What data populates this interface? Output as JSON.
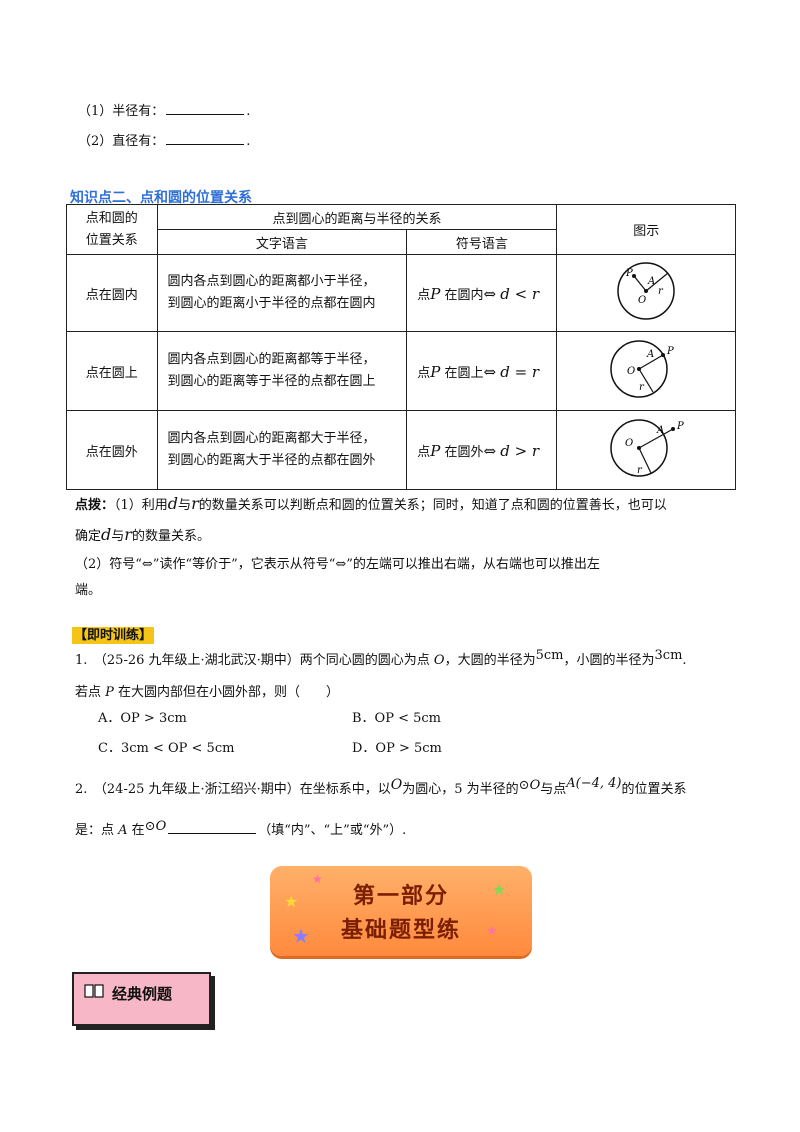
{
  "q_radius": {
    "label": "（1）半径有：",
    "end": "."
  },
  "q_diameter": {
    "label": "（2）直径有：",
    "end": "."
  },
  "section2_title": "知识点二、点和圆的位置关系",
  "table": {
    "h_position_1": "点和圆的",
    "h_position_2": "位置关系",
    "h_relation": "点到圆心的距离与半径的关系",
    "h_text": "文字语言",
    "h_symbol": "符号语言",
    "h_figure": "图示",
    "rows": [
      {
        "position": "点在圆内",
        "desc1": "圆内各点到圆心的距离都小于半径，",
        "desc2": "到圆心的距离小于半径的点都在圆内",
        "sym_pre": "点",
        "sym_P": "P",
        "sym_mid": " 在圆内",
        "sym_iff": "⇔",
        "sym_expr": "d < r"
      },
      {
        "position": "点在圆上",
        "desc1": "圆内各点到圆心的距离都等于半径，",
        "desc2": "到圆心的距离等于半径的点都在圆上",
        "sym_pre": "点",
        "sym_P": "P",
        "sym_mid": " 在圆上",
        "sym_iff": "⇔",
        "sym_expr": "d = r"
      },
      {
        "position": "点在圆外",
        "desc1": "圆内各点到圆心的距离都大于半径，",
        "desc2": "到圆心的距离大于半径的点都在圆外",
        "sym_pre": "点",
        "sym_P": "P",
        "sym_mid": " 在圆外",
        "sym_iff": "⇔",
        "sym_expr": "d > r"
      }
    ],
    "fig_labels": {
      "P": "P",
      "A": "A",
      "O": "O",
      "r": "r"
    }
  },
  "tip": {
    "label": "点拨：",
    "l1a": "（1）利用",
    "l1d": "d",
    "l1b": "与",
    "l1r": "r",
    "l1c": "的数量关系可以判断点和圆的位置关系；同时，知道了点和圆的位置善长，也可以",
    "l2a": "确定",
    "l2d": "d",
    "l2b": "与",
    "l2r": "r",
    "l2c": "的数量关系。",
    "l3": "（2）符号“⇔”读作“等价于”，它表示从符号“⇔”的左端可以推出右端，从右端也可以推出左",
    "l4": "端。"
  },
  "practice_tag": "【即时训练】",
  "q1": {
    "l1a": "1.　（25-26 九年级上·湖北武汉·期中）两个同心圆的圆心为点 ",
    "O": "O",
    "l1b": "，大圆的半径为",
    "big": "5cm",
    "l1c": "，小圆的半径为",
    "small": "3cm",
    "l1d": ".",
    "l2a": "若点 ",
    "P": "P",
    "l2b": " 在大圆内部但在小圆外部，则（　　）",
    "A": "A．OP > 3cm",
    "B": "B．OP < 5cm",
    "C": "C．3cm < OP < 5cm",
    "D": "D．OP > 5cm"
  },
  "q2": {
    "l1a": "2.　（24-25 九年级上·浙江绍兴·期中）在坐标系中，以",
    "O": "O",
    "l1b": "为圆心，5 为半径的",
    "circ": "⊙O",
    "l1c": "与点",
    "pt": "A(−4, 4)",
    "l1d": "的位置关系",
    "l2a": "是：点 ",
    "A": "A",
    "l2b": " 在",
    "circ2": "⊙O",
    "l2c": "（填“内”、“上”或“外”）."
  },
  "banner": {
    "line1": "第一部分",
    "line2": "基础题型练"
  },
  "example_label": "经典例题",
  "colors": {
    "heading": "#2f6fd6",
    "tag_bg": "#f4c518",
    "banner": "#ff8a3d",
    "example": "#f48fa8"
  }
}
